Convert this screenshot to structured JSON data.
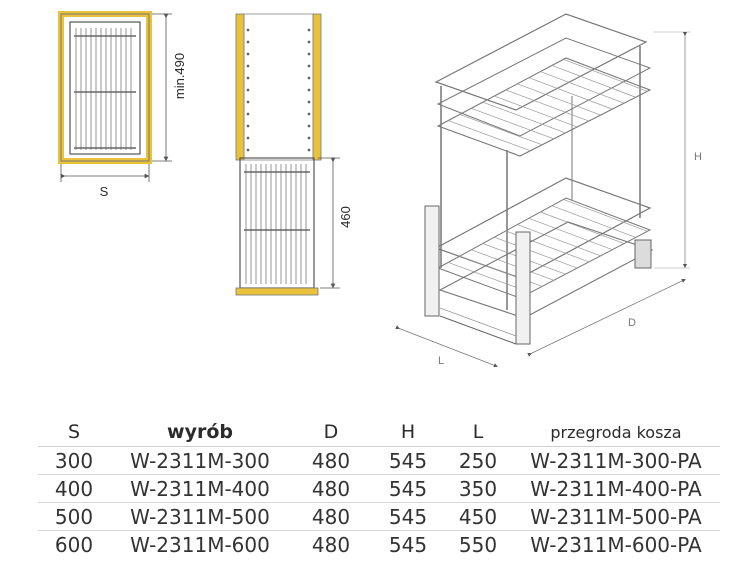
{
  "drawing_labels": {
    "front_width": "S",
    "front_height": "min.490",
    "side_extension": "460",
    "iso_height": "H",
    "iso_depth": "D",
    "iso_length": "L"
  },
  "colors": {
    "frame_yellow": "#e8c23a",
    "wire": "#8a8a8a",
    "line": "#555555"
  },
  "table": {
    "headers": [
      "S",
      "wyrób",
      "D",
      "H",
      "L",
      "przegroda kosza"
    ],
    "rows": [
      [
        "300",
        "W-2311M-300",
        "480",
        "545",
        "250",
        "W-2311M-300-PA"
      ],
      [
        "400",
        "W-2311M-400",
        "480",
        "545",
        "350",
        "W-2311M-400-PA"
      ],
      [
        "500",
        "W-2311M-500",
        "480",
        "545",
        "450",
        "W-2311M-500-PA"
      ],
      [
        "600",
        "W-2311M-600",
        "480",
        "545",
        "550",
        "W-2311M-600-PA"
      ]
    ]
  }
}
